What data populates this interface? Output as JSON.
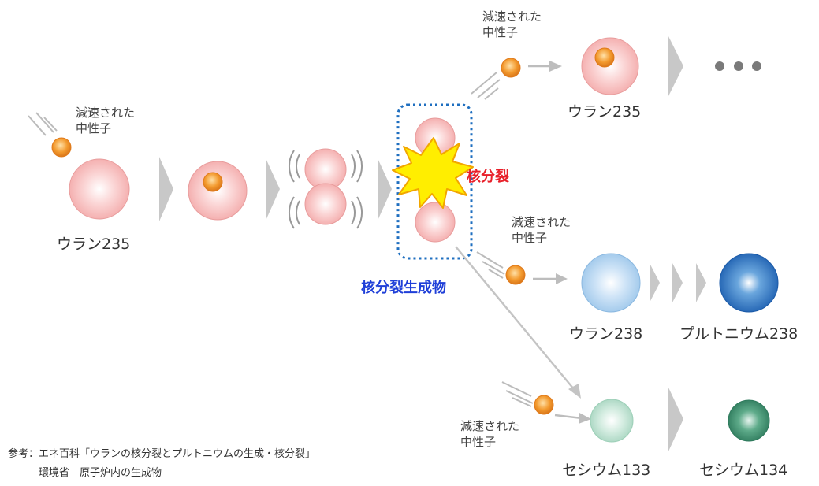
{
  "labels": {
    "neutron_top": "減速された\n中性子",
    "neutron_left": "減速された\n中性子",
    "neutron_mid": "減速された\n中性子",
    "neutron_bottom": "減速された\n中性子",
    "uranium235_left": "ウラン235",
    "uranium235_right": "ウラン235",
    "fission": "核分裂",
    "fission_products": "核分裂生成物",
    "uranium238": "ウラン238",
    "plutonium238": "プルトニウム238",
    "cesium133": "セシウム133",
    "cesium134": "セシウム134"
  },
  "reference": {
    "line1": "参考：エネ百科「ウランの核分裂とプルトニウムの生成・核分裂」",
    "line2": "　　　環境省　原子炉内の生成物"
  },
  "colors": {
    "uranium235": "#f6b3b3",
    "neutron": "#f29a32",
    "uranium238": "#a9cfee",
    "plutonium": "#2f78c4",
    "cesium133": "#bfe3d3",
    "cesium134": "#3f8f70",
    "arrow_gray": "#c4c4c4",
    "fission_box": "#1f6fc0",
    "burst": "#ffee00"
  }
}
